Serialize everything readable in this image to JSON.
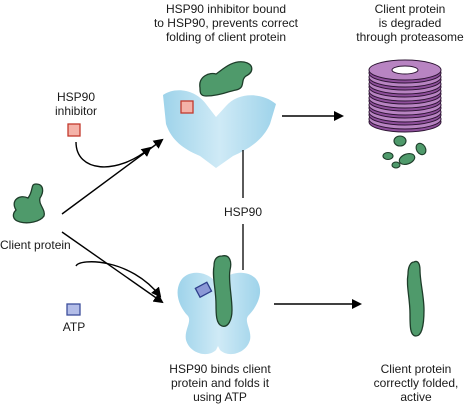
{
  "labels": {
    "top_hsp90": [
      "HSP90 inhibitor bound",
      "to HSP90, prevents correct",
      "folding of client protein"
    ],
    "top_right": [
      "Client protein",
      "is degraded",
      "through proteasome"
    ],
    "inhibitor": [
      "HSP90",
      "inhibitor"
    ],
    "client": "Client protein",
    "hsp90_mid": "HSP90",
    "atp": "ATP",
    "bottom_hsp90": [
      "HSP90 binds client",
      "protein and folds it",
      "using ATP"
    ],
    "bottom_right": [
      "Client protein",
      "correctly folded,",
      "active"
    ]
  },
  "colors": {
    "protein": "#4f9a6b",
    "protein_dark": "#1e3d2a",
    "hsp90": "#a6d8ec",
    "hsp90_light": "#d6eef8",
    "proteasome": "#a66db0",
    "inhibitor": "#e35b4f",
    "atp": "#5b72c4"
  }
}
